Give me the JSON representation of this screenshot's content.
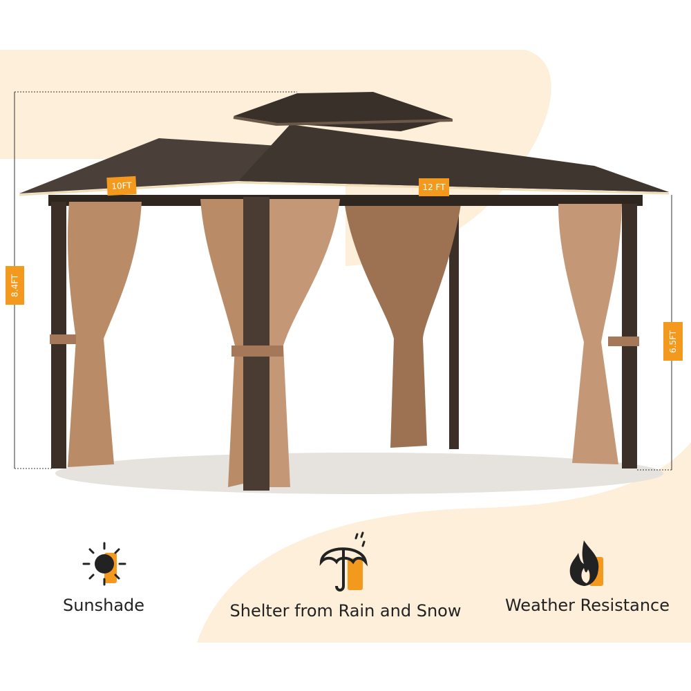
{
  "colors": {
    "accent": "#f39a1e",
    "cream": "#fdefd9",
    "curtain": "#b98b66",
    "frame": "#3a2e26",
    "roof": "#4a4039"
  },
  "dimensions": {
    "height_total": "8.4FT",
    "height_eave": "6.5FT",
    "width": "10FT",
    "length": "12 FT"
  },
  "features": [
    {
      "icon": "sun-icon",
      "label": "Sunshade"
    },
    {
      "icon": "umbrella-rain-icon",
      "label": "Shelter from Rain and Snow"
    },
    {
      "icon": "flame-icon",
      "label": "Weather Resistance"
    }
  ]
}
